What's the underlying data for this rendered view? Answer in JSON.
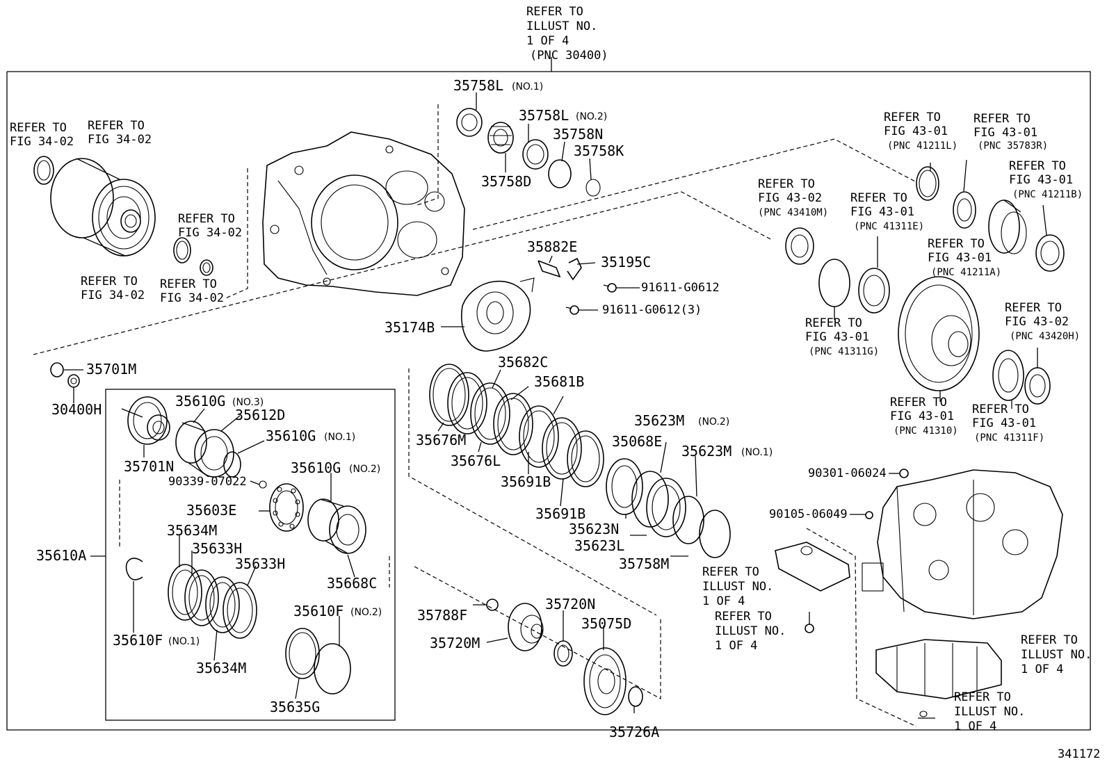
{
  "ref_illust": "REFER TO",
  "ref_illust_no": "ILLUST NO.",
  "ref_1of4": "1 OF 4",
  "top_pnc": "(PNC 30400)",
  "ref_to": "REFER TO",
  "fig_34_02": "FIG 34-02",
  "fig_43_01": "FIG 43-01",
  "fig_43_02": "FIG 43-02",
  "pnc": {
    "p41211l": "(PNC 41211L)",
    "p35783r": "(PNC 35783R)",
    "p41211b": "(PNC 41211B)",
    "p43410m": "(PNC 43410M)",
    "p41311e": "(PNC 41311E)",
    "p41211a": "(PNC 41211A)",
    "p41311g": "(PNC 41311G)",
    "p43420h": "(PNC 43420H)",
    "p41310": "(PNC 41310)",
    "p41311f": "(PNC 41311F)"
  },
  "parts": {
    "p35758l": "35758L",
    "p35758n": "35758N",
    "p35758k": "35758K",
    "p35758d": "35758D",
    "p35882e": "35882E",
    "p35195c": "35195C",
    "p91611a": "91611-G0612",
    "p91611b": "91611-G0612(3)",
    "p35174b": "35174B",
    "p35701m": "35701M",
    "p30400h": "30400H",
    "p35610g": "35610G",
    "p35612d": "35612D",
    "p35701n": "35701N",
    "p90339": "90339-07022",
    "p35603e": "35603E",
    "p35634m": "35634M",
    "p35633h": "35633H",
    "p35610a": "35610A",
    "p35668c": "35668C",
    "p35610f": "35610F",
    "p35635g": "35635G",
    "p35682c": "35682C",
    "p35681b": "35681B",
    "p35676m": "35676M",
    "p35676l": "35676L",
    "p35691b": "35691B",
    "p35623m": "35623M",
    "p35068e": "35068E",
    "p35623n": "35623N",
    "p35623l": "35623L",
    "p35758m": "35758M",
    "p35788f": "35788F",
    "p35720m": "35720M",
    "p35720n": "35720N",
    "p35075d": "35075D",
    "p35726a": "35726A",
    "p90301": "90301-06024",
    "p90105": "90105-06049"
  },
  "notes": {
    "no1": "(NO.1)",
    "no2": "(NO.2)",
    "no3": "(NO.3)"
  },
  "diagram_id": "341172"
}
